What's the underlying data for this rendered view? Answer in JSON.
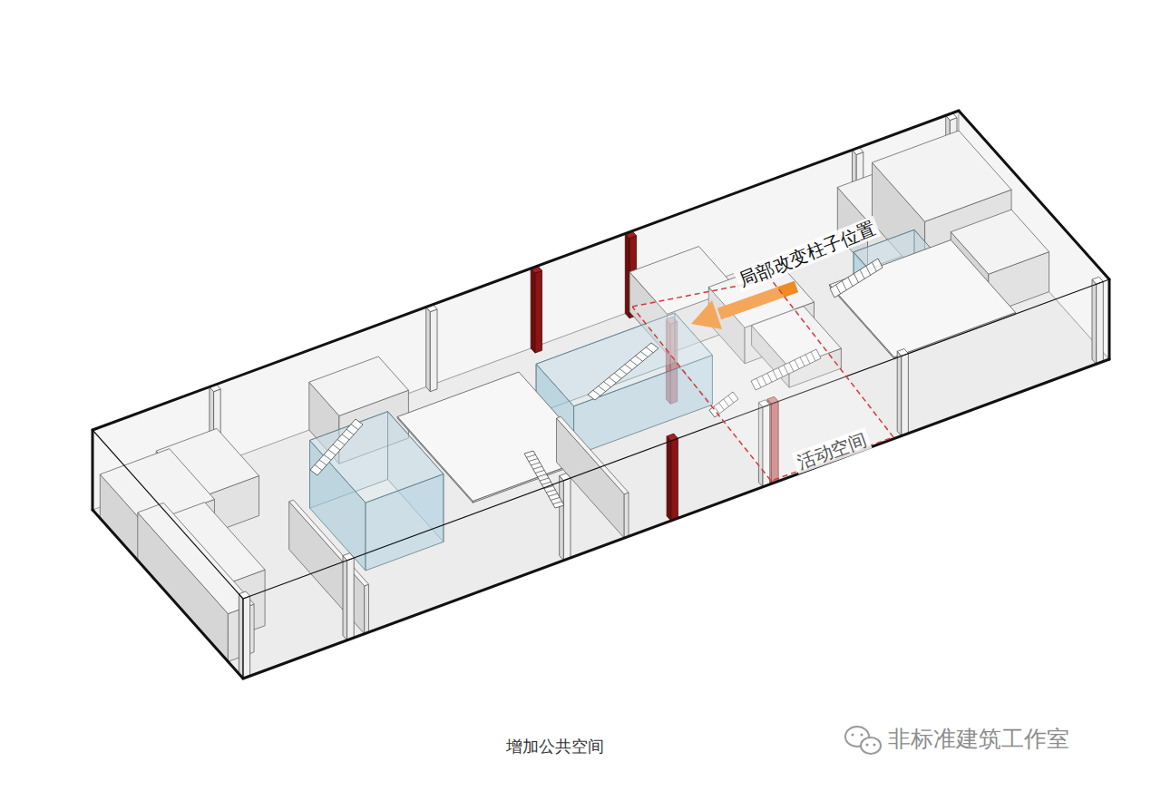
{
  "diagram": {
    "caption": "增加公共空间",
    "nodes": [
      {
        "text": [
          "活动空间"
        ]
      }
    ],
    "labels": [
      "局部改变柱子位置",
      "非标准建筑工作室"
    ]
  }
}
